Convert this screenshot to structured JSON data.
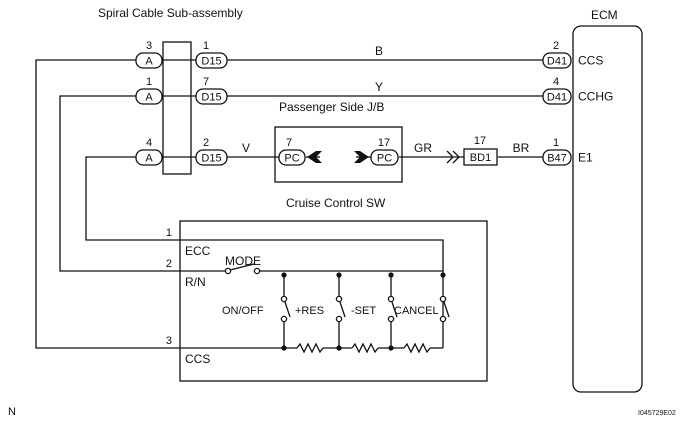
{
  "labels": {
    "spiral": "Spiral Cable Sub-assembly",
    "ecm": "ECM",
    "jb": "Passenger Side J/B",
    "cruise": "Cruise Control SW",
    "north": "N",
    "drawing_id": "I045729E02"
  },
  "spiral_left": [
    {
      "pin": "3",
      "conn": "A"
    },
    {
      "pin": "1",
      "conn": "A"
    },
    {
      "pin": "4",
      "conn": "A"
    }
  ],
  "spiral_right": [
    {
      "pin": "1",
      "conn": "D15"
    },
    {
      "pin": "7",
      "conn": "D15"
    },
    {
      "pin": "2",
      "conn": "D15"
    }
  ],
  "ecm_pins": [
    {
      "pin": "2",
      "conn": "D41",
      "name": "CCS"
    },
    {
      "pin": "4",
      "conn": "D41",
      "name": "CCHG"
    },
    {
      "pin": "1",
      "conn": "B47",
      "name": "E1"
    }
  ],
  "wire_colors": {
    "ccs": "B",
    "cchg": "Y",
    "e1_a": "V",
    "e1_b": "GR",
    "e1_c": "BR"
  },
  "jb_pins": [
    {
      "pin": "7",
      "conn": "PC"
    },
    {
      "pin": "17",
      "conn": "PC"
    }
  ],
  "bd1": {
    "pin": "17",
    "conn": "BD1"
  },
  "switch_terminals": [
    {
      "pin": "1",
      "name": "ECC"
    },
    {
      "pin": "2",
      "name": "R/N"
    },
    {
      "pin": "3",
      "name": "CCS"
    }
  ],
  "switches": {
    "mode": "MODE",
    "onoff": "ON/OFF",
    "res": "+RES",
    "set": "-SET",
    "cancel": "CANCEL"
  }
}
